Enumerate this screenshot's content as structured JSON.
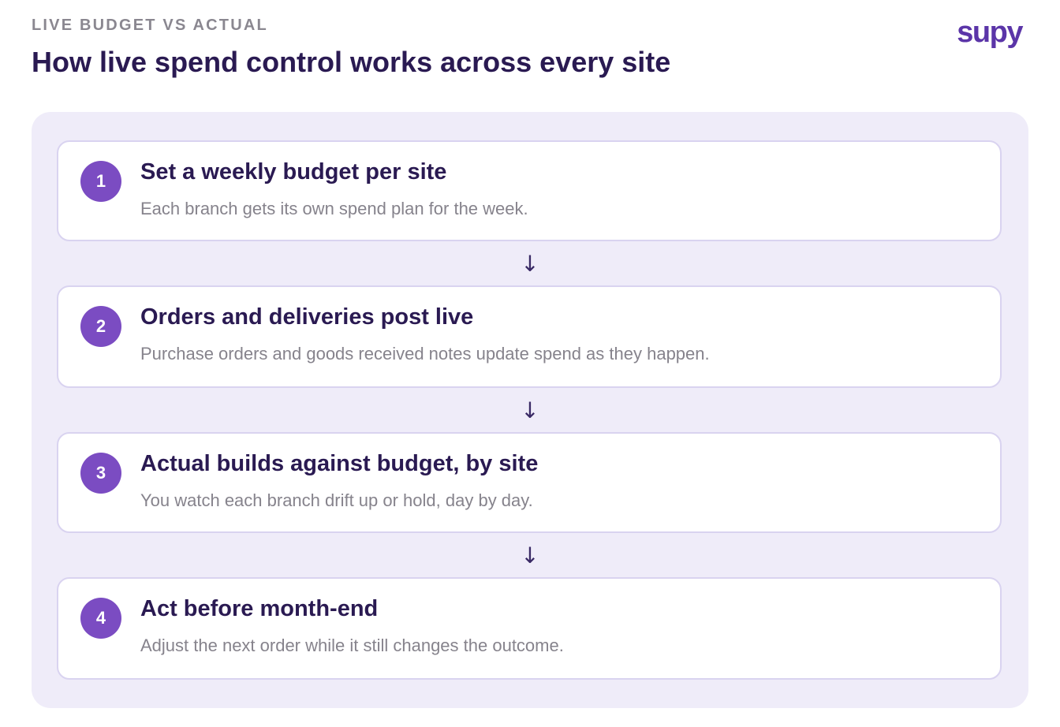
{
  "header": {
    "eyebrow": "LIVE BUDGET VS ACTUAL",
    "title": "How live spend control works across every site",
    "logo": "supy"
  },
  "colors": {
    "accent": "#7b4cc2",
    "title": "#2a1a52",
    "panel": "#efecf9",
    "border": "#d9d3f0"
  },
  "steps": [
    {
      "number": "1",
      "title": "Set a weekly budget per site",
      "description": "Each branch gets its own spend plan for the week."
    },
    {
      "number": "2",
      "title": "Orders and deliveries post live",
      "description": "Purchase orders and goods received notes update spend as they happen."
    },
    {
      "number": "3",
      "title": "Actual builds against budget, by site",
      "description": "You watch each branch drift up or hold, day by day."
    },
    {
      "number": "4",
      "title": "Act before month-end",
      "description": "Adjust the next order while it still changes the outcome."
    }
  ],
  "arrow_glyph": "↓",
  "arrow_icon": "down-arrow-icon"
}
